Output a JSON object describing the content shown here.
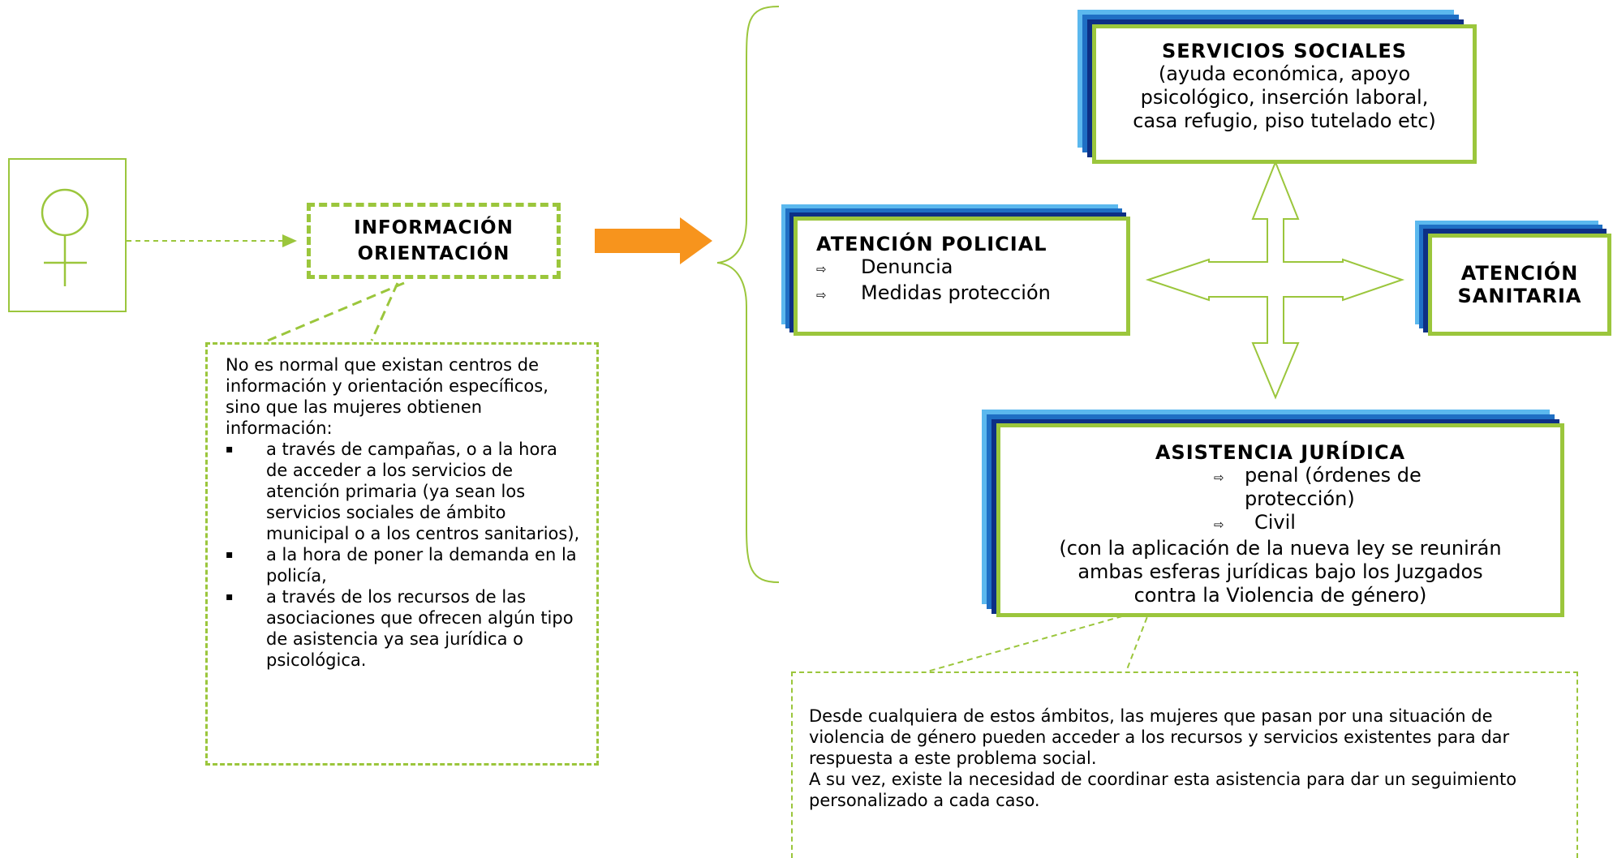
{
  "info_box": {
    "line1": "INFORMACIÓN",
    "line2": "ORIENTACIÓN"
  },
  "note_left": {
    "intro": "No es normal que existan centros de información y orientación específicos, sino que las mujeres obtienen información:",
    "bullets": [
      "a través de campañas, o a la hora de acceder a los servicios de atención primaria (ya sean los servicios sociales de ámbito municipal o a los centros sanitarios),",
      "a la hora de poner la demanda en la policía,",
      "a través de los recursos de las asociaciones que ofrecen algún tipo de asistencia ya sea jurídica o psicológica."
    ]
  },
  "servicios_sociales": {
    "title": "SERVICIOS SOCIALES",
    "line1": "(ayuda económica, apoyo",
    "line2": "psicológico, inserción laboral,",
    "line3": "casa refugio, piso tutelado etc)"
  },
  "atencion_policial": {
    "title": "ATENCIÓN POLICIAL",
    "items": [
      "Denuncia",
      "Medidas protección"
    ]
  },
  "atencion_sanitaria": {
    "line1": "ATENCIÓN",
    "line2": "SANITARIA"
  },
  "asistencia_juridica": {
    "title": "ASISTENCIA JURÍDICA",
    "items": [
      "penal (órdenes de protección)",
      "Civil"
    ],
    "line1": "(con la aplicación de la nueva ley se reunirán",
    "line2": "ambas esferas jurídicas bajo los Juzgados",
    "line3": "contra la Violencia de género)"
  },
  "note_right": {
    "para1": "Desde cualquiera de estos ámbitos, las mujeres que pasan por una situación de violencia de género pueden acceder a los recursos y servicios existentes para dar respuesta a este problema social.",
    "para2": "A su vez, existe la necesidad de coordinar esta asistencia para dar un seguimiento personalizado a cada caso."
  },
  "glyphs": {
    "bullet": "▪",
    "arrow": "⇨"
  },
  "colors": {
    "green": "#9bc63c",
    "orange": "#f7941d",
    "light_blue": "#5bb8ee",
    "mid_blue": "#1f6fc4",
    "dark_blue": "#0d2f85"
  }
}
